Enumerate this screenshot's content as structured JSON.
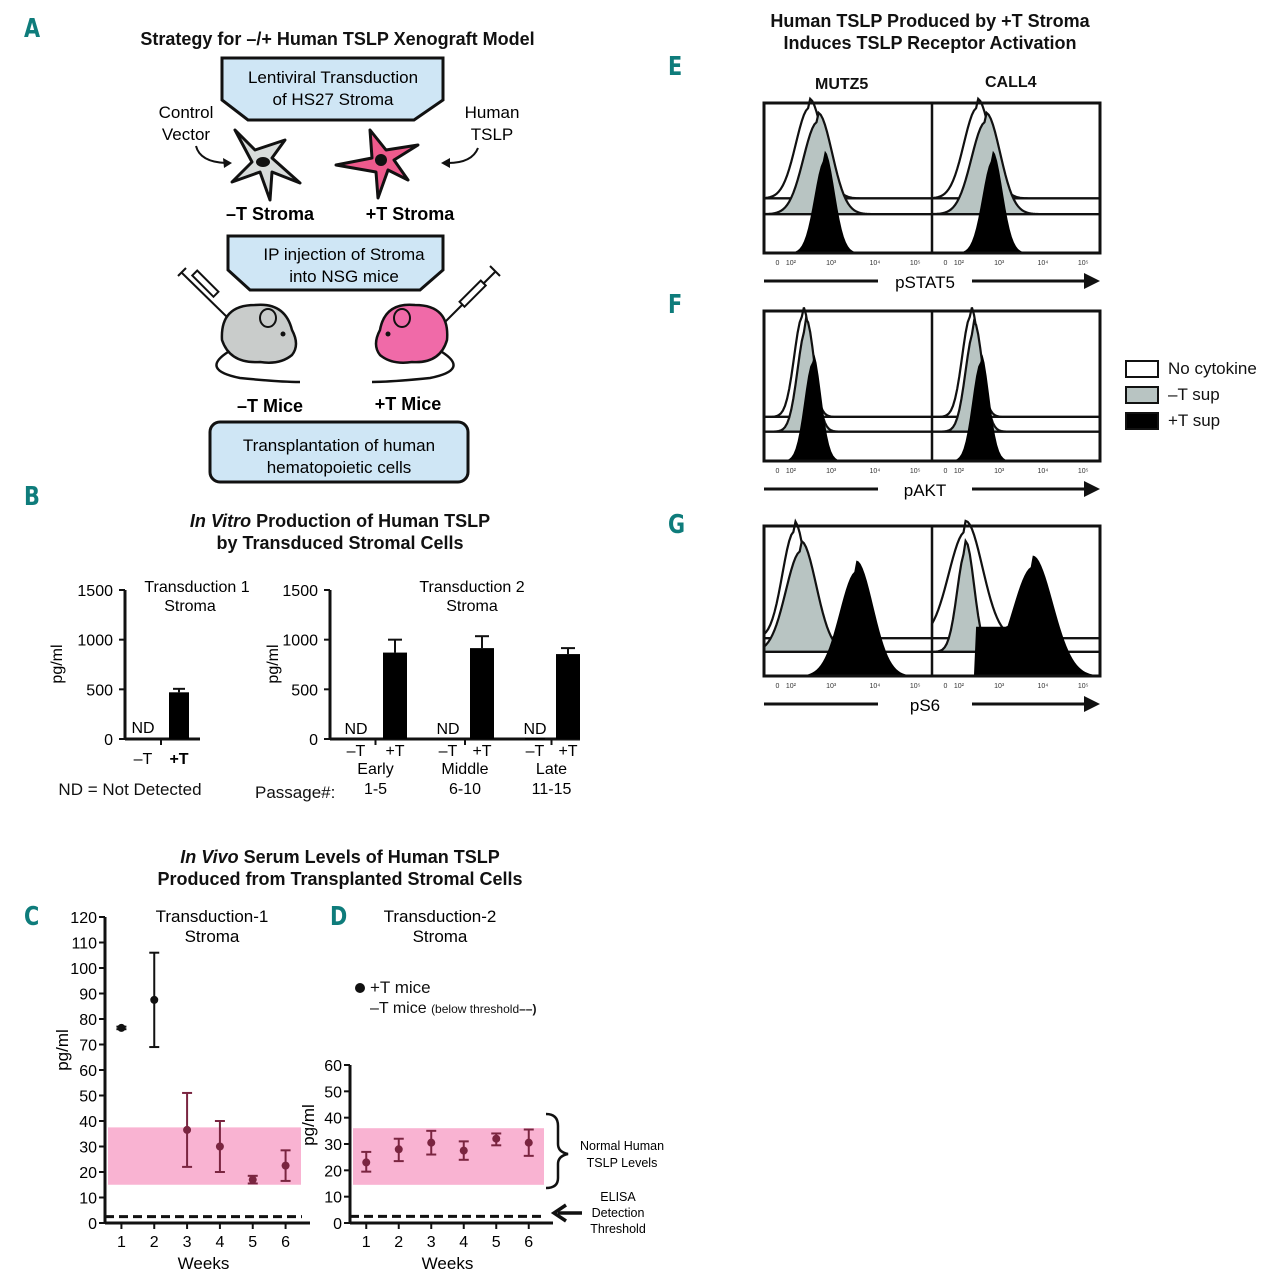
{
  "panels": {
    "A": {
      "letter": "A",
      "title": "Strategy for –/+ Human TSLP Xenograft Model",
      "box1_line1": "Lentiviral Transduction",
      "box1_line2": "of HS27 Stroma",
      "control_line1": "Control",
      "control_line2": "Vector",
      "human_line1": "Human",
      "human_line2": "TSLP",
      "neg_stroma": "–T Stroma",
      "pos_stroma": "+T Stroma",
      "box2_line1": "IP injection of Stroma",
      "box2_line2": "into NSG mice",
      "neg_mice": "–T Mice",
      "pos_mice": "+T Mice",
      "box3_line1": "Transplantation of human",
      "box3_line2": "hematopoietic cells"
    },
    "B": {
      "letter": "B",
      "title_italic": "In Vitro",
      "title_rest": " Production of Human TSLP",
      "title_line2": "by Transduced Stromal Cells",
      "footnote": "ND = Not Detected",
      "passage_label": "Passage#:"
    },
    "CD": {
      "title_italic": "In Vivo",
      "title_rest": " Serum Levels of Human TSLP",
      "title_line2": "Produced from Transplanted Stromal Cells",
      "letter_c": "C",
      "letter_d": "D",
      "legend_pos": "+T mice",
      "legend_neg": "–T mice",
      "legend_neg_note": "(below threshold",
      "normal_line1": "Normal Human",
      "normal_line2": "TSLP Levels",
      "elisa_line1": "ELISA",
      "elisa_line2": "Detection",
      "elisa_line3": "Threshold"
    },
    "EFG": {
      "title_line1": "Human TSLP Produced by +T Stroma",
      "title_line2": "Induces TSLP Receptor Activation",
      "letter_e": "E",
      "letter_f": "F",
      "letter_g": "G",
      "col1": "MUTZ5",
      "col2": "CALL4",
      "markers": [
        "pSTAT5",
        "pAKT",
        "pS6"
      ],
      "axis_ticks": [
        "0",
        "10²",
        "10³",
        "10⁴",
        "10⁵"
      ],
      "legend": [
        {
          "label": "No cytokine",
          "color": "#ffffff"
        },
        {
          "label": "–T sup",
          "color": "#b8c4c2"
        },
        {
          "label": "+T sup",
          "color": "#000000"
        }
      ]
    }
  },
  "colors": {
    "panel_letter": "#0e7c7b",
    "box_fill": "#cfe6f5",
    "normal_band": "#f9b3d2",
    "point_color": "#7a2540",
    "neg_cell": "#d8dcdb",
    "pos_cell": "#ee5a8c",
    "neg_mouse": "#c9cccb",
    "pos_mouse": "#f06aa8"
  },
  "chart_data": [
    {
      "id": "B1",
      "type": "bar",
      "title": "Transduction 1 Stroma",
      "title_line1": "Transduction 1",
      "title_line2": "Stroma",
      "ylabel": "pg/ml",
      "ylim": [
        0,
        1500
      ],
      "yticks": [
        0,
        500,
        1000,
        1500
      ],
      "categories": [
        "–T",
        "+T"
      ],
      "values": [
        null,
        470
      ],
      "errors": [
        null,
        35
      ],
      "annotations": [
        "ND",
        ""
      ]
    },
    {
      "id": "B2",
      "type": "bar",
      "title": "Transduction 2 Stroma",
      "title_line1": "Transduction 2",
      "title_line2": "Stroma",
      "ylabel": "pg/ml",
      "ylim": [
        0,
        1500
      ],
      "yticks": [
        0,
        500,
        1000,
        1500
      ],
      "groups": [
        {
          "name": "Early",
          "passage": "1-5",
          "categories": [
            "–T",
            "+T"
          ],
          "values": [
            null,
            870
          ],
          "errors": [
            null,
            130
          ],
          "annotations": [
            "ND",
            ""
          ]
        },
        {
          "name": "Middle",
          "passage": "6-10",
          "categories": [
            "–T",
            "+T"
          ],
          "values": [
            null,
            915
          ],
          "errors": [
            null,
            120
          ],
          "annotations": [
            "ND",
            ""
          ]
        },
        {
          "name": "Late",
          "passage": "11-15",
          "categories": [
            "–T",
            "+T"
          ],
          "values": [
            10,
            855
          ],
          "errors": [
            null,
            60
          ],
          "annotations": [
            "ND",
            ""
          ]
        }
      ]
    },
    {
      "id": "C",
      "type": "scatter",
      "title": "Transduction-1 Stroma",
      "title_line1": "Transduction-1",
      "title_line2": "Stroma",
      "xlabel": "Weeks",
      "ylabel": "pg/ml",
      "x": [
        1,
        2,
        3,
        4,
        5,
        6
      ],
      "y": [
        76.5,
        87.5,
        36.5,
        30,
        17,
        22.5
      ],
      "err_low": [
        76,
        69,
        22,
        20,
        15.5,
        16.5
      ],
      "err_high": [
        77,
        106,
        51,
        40,
        18.5,
        28.5
      ],
      "ylim": [
        0,
        120
      ],
      "yticks": [
        0,
        10,
        20,
        30,
        40,
        50,
        60,
        70,
        80,
        90,
        100,
        110,
        120
      ],
      "xlim": [
        0.5,
        6.5
      ],
      "normal_band": [
        15,
        37.5
      ],
      "detection_threshold": 2.5
    },
    {
      "id": "D",
      "type": "scatter",
      "title": "Transduction-2 Stroma",
      "title_line1": "Transduction-2",
      "title_line2": "Stroma",
      "xlabel": "Weeks",
      "ylabel": "pg/ml",
      "x": [
        1,
        2,
        3,
        4,
        5,
        6
      ],
      "y": [
        23,
        28,
        30.5,
        27.5,
        32,
        30.5
      ],
      "err_low": [
        19.5,
        23.5,
        26,
        24,
        29.5,
        25.5
      ],
      "err_high": [
        27,
        32,
        35,
        31,
        34,
        35.5
      ],
      "ylim": [
        0,
        60
      ],
      "yticks": [
        0,
        10,
        20,
        30,
        40,
        50,
        60
      ],
      "xlim": [
        0.5,
        6.5
      ],
      "normal_band": [
        14.5,
        36
      ],
      "detection_threshold": 2.5
    }
  ]
}
